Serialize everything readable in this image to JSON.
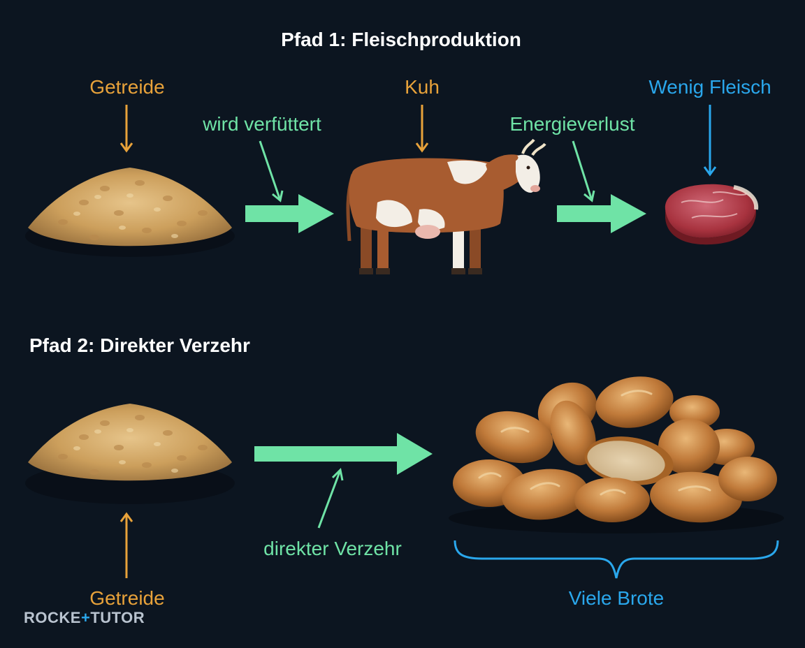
{
  "colors": {
    "background": "#0c1520",
    "orange": "#e8a23a",
    "green": "#6fe3a6",
    "blue": "#2aa7ec",
    "white": "#ffffff"
  },
  "path1": {
    "title": "Pfad 1: Fleischproduktion",
    "grain_label": "Getreide",
    "feed_label": "wird verfüttert",
    "cow_label": "Kuh",
    "loss_label": "Energieverlust",
    "meat_label": "Wenig Fleisch"
  },
  "path2": {
    "title": "Pfad 2: Direkter Verzehr",
    "grain_label": "Getreide",
    "direct_label": "direkter Verzehr",
    "bread_label": "Viele Brote"
  },
  "icons": [
    "grain-pile-icon",
    "cow-icon",
    "steak-icon",
    "bread-pile-icon"
  ],
  "logo": {
    "text_a": "ROCKE",
    "text_b": "TUTOR"
  }
}
